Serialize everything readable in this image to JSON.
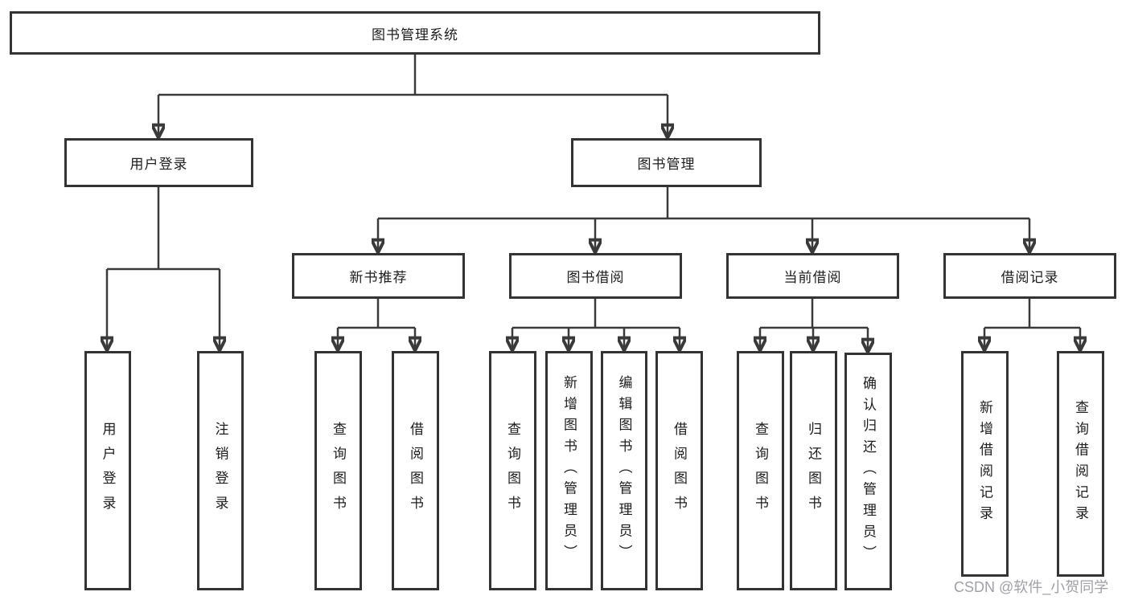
{
  "diagram": {
    "title": "图书管理系统",
    "nodes": {
      "root": "图书管理系统",
      "user_login": "用户登录",
      "book_mgmt": "图书管理",
      "new_book_rec": "新书推荐",
      "book_borrow": "图书借阅",
      "current_borrow": "当前借阅",
      "borrow_records": "借阅记录",
      "leaf_user_login": "用户登录",
      "leaf_logout": "注销登录",
      "leaf_query_book_a": "查询图书",
      "leaf_borrow_book_a": "借阅图书",
      "leaf_query_book_b": "查询图书",
      "leaf_add_book": "新增图书（管理员）",
      "leaf_edit_book": "编辑图书（管理员）",
      "leaf_borrow_book_b": "借阅图书",
      "leaf_query_book_c": "查询图书",
      "leaf_return_book": "归还图书",
      "leaf_confirm_return": "确认归还（管理员）",
      "leaf_add_borrow_record": "新增借阅记录",
      "leaf_query_borrow_record": "查询借阅记录"
    },
    "edges": [
      [
        "root",
        "user_login"
      ],
      [
        "root",
        "book_mgmt"
      ],
      [
        "user_login",
        "leaf_user_login"
      ],
      [
        "user_login",
        "leaf_logout"
      ],
      [
        "book_mgmt",
        "new_book_rec"
      ],
      [
        "book_mgmt",
        "book_borrow"
      ],
      [
        "book_mgmt",
        "current_borrow"
      ],
      [
        "book_mgmt",
        "borrow_records"
      ],
      [
        "new_book_rec",
        "leaf_query_book_a"
      ],
      [
        "new_book_rec",
        "leaf_borrow_book_a"
      ],
      [
        "book_borrow",
        "leaf_query_book_b"
      ],
      [
        "book_borrow",
        "leaf_add_book"
      ],
      [
        "book_borrow",
        "leaf_edit_book"
      ],
      [
        "book_borrow",
        "leaf_borrow_book_b"
      ],
      [
        "current_borrow",
        "leaf_query_book_c"
      ],
      [
        "current_borrow",
        "leaf_return_book"
      ],
      [
        "current_borrow",
        "leaf_confirm_return"
      ],
      [
        "borrow_records",
        "leaf_add_borrow_record"
      ],
      [
        "borrow_records",
        "leaf_query_borrow_record"
      ]
    ],
    "colors": {
      "line": "#3a3a3a",
      "border": "#333333",
      "text": "#1d1d1d",
      "background": "#ffffff",
      "watermark": "#9fa0a6"
    }
  },
  "watermark": {
    "text": "CSDN @软件_小贺同学"
  }
}
